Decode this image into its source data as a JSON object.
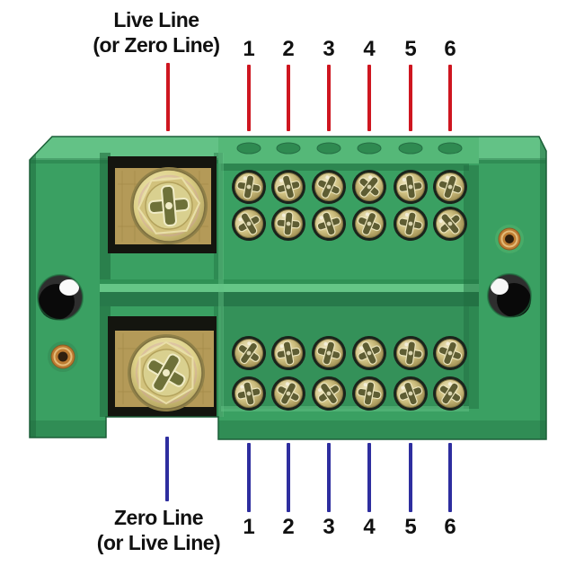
{
  "page": {
    "background": "#ffffff"
  },
  "colors": {
    "live_leader_red": "#ce1620",
    "zero_leader_blue": "#2e2e9f",
    "body_green": "#3aa062",
    "body_green_light": "#63c286",
    "body_green_dark": "#1f6b3e",
    "recess_black": "#14150f",
    "brass_plate": "#b49a58",
    "copper_insert": "#bd7c32",
    "label_ink": "#111111"
  },
  "annotations": {
    "top": {
      "label_line1": "Live Line",
      "label_line2": "(or Zero Line)",
      "numbers": [
        "1",
        "2",
        "3",
        "4",
        "5",
        "6"
      ]
    },
    "bottom": {
      "label_line1": "Zero Line",
      "label_line2": "(or Live Line)",
      "numbers": [
        "1",
        "2",
        "3",
        "4",
        "5",
        "6"
      ]
    }
  },
  "device": {
    "main_terminals": 2,
    "branch_columns": 6,
    "branch_rows_per_half": 2,
    "mounting_holes": 2,
    "copper_inserts": 2
  }
}
